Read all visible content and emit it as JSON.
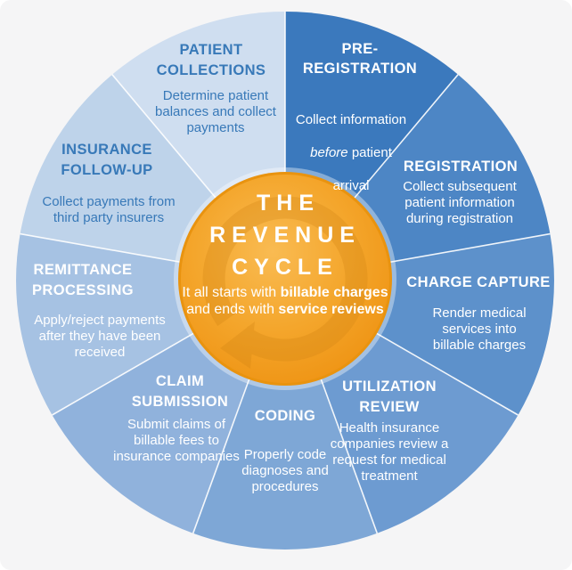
{
  "background_color": "#f5f5f6",
  "divider_color": "#ffffff",
  "center": {
    "title": "THE\nREVENUE\nCYCLE",
    "sub_l1": "It all starts with ",
    "sub_l1_bold": "billable",
    "sub_l2_bold": "charges",
    "sub_l2": " and ends with",
    "sub_l3_bold": "service reviews",
    "circle_inner": "#f9bb52",
    "circle_mid": "#f4a62c",
    "circle_outer": "#ef9414",
    "circle_rim": "#e9930f",
    "halo_color": "#ffffff",
    "arrow_color": "#d18413"
  },
  "segments": [
    {
      "id": "pre-registration",
      "title": "PRE-\nREGISTRATION",
      "desc_l1": "Collect information",
      "desc_l2_italic": "before",
      "desc_l2_rest": " patient",
      "desc_l3": "arrival",
      "color": "#3b79bd",
      "text_color": "#ffffff",
      "start_angle": 0,
      "end_angle": 40
    },
    {
      "id": "registration",
      "title": "REGISTRATION",
      "desc": "Collect subsequent\npatient information\nduring registration",
      "color": "#4d86c5",
      "text_color": "#ffffff",
      "start_angle": 40,
      "end_angle": 80
    },
    {
      "id": "charge-capture",
      "title": "CHARGE CAPTURE",
      "desc": "Render medical\nservices into\nbillable charges",
      "color": "#5d91cb",
      "text_color": "#ffffff",
      "start_angle": 80,
      "end_angle": 120
    },
    {
      "id": "utilization-review",
      "title": "UTILIZATION\nREVIEW",
      "desc": "Health insurance\ncompanies review a\nrequest for medical\ntreatment",
      "color": "#6d9bd1",
      "text_color": "#ffffff",
      "start_angle": 120,
      "end_angle": 160
    },
    {
      "id": "coding",
      "title": "CODING",
      "desc": "Properly code\ndiagnoses and\nprocedures",
      "color": "#7ea7d6",
      "text_color": "#ffffff",
      "start_angle": 160,
      "end_angle": 200
    },
    {
      "id": "claim-submission",
      "title": "CLAIM\nSUBMISSION",
      "desc": "Submit claims of\nbillable fees to\ninsurance companies",
      "color": "#90b2dc",
      "text_color": "#ffffff",
      "start_angle": 200,
      "end_angle": 240
    },
    {
      "id": "remittance-processing",
      "title": "REMITTANCE\nPROCESSING",
      "desc": "Apply/reject payments\nafter they have been\nreceived",
      "color": "#a6c2e3",
      "text_color": "#ffffff",
      "start_angle": 240,
      "end_angle": 280
    },
    {
      "id": "insurance-follow-up",
      "title": "INSURANCE\nFOLLOW-UP",
      "desc": "Collect payments from\nthird party insurers",
      "color": "#bed3ea",
      "text_color": "#3879b8",
      "start_angle": 280,
      "end_angle": 320
    },
    {
      "id": "patient-collections",
      "title": "PATIENT\nCOLLECTIONS",
      "desc": "Determine patient\nbalances and collect\npayments",
      "color": "#cfdef0",
      "text_color": "#3879b8",
      "start_angle": 320,
      "end_angle": 360
    }
  ]
}
